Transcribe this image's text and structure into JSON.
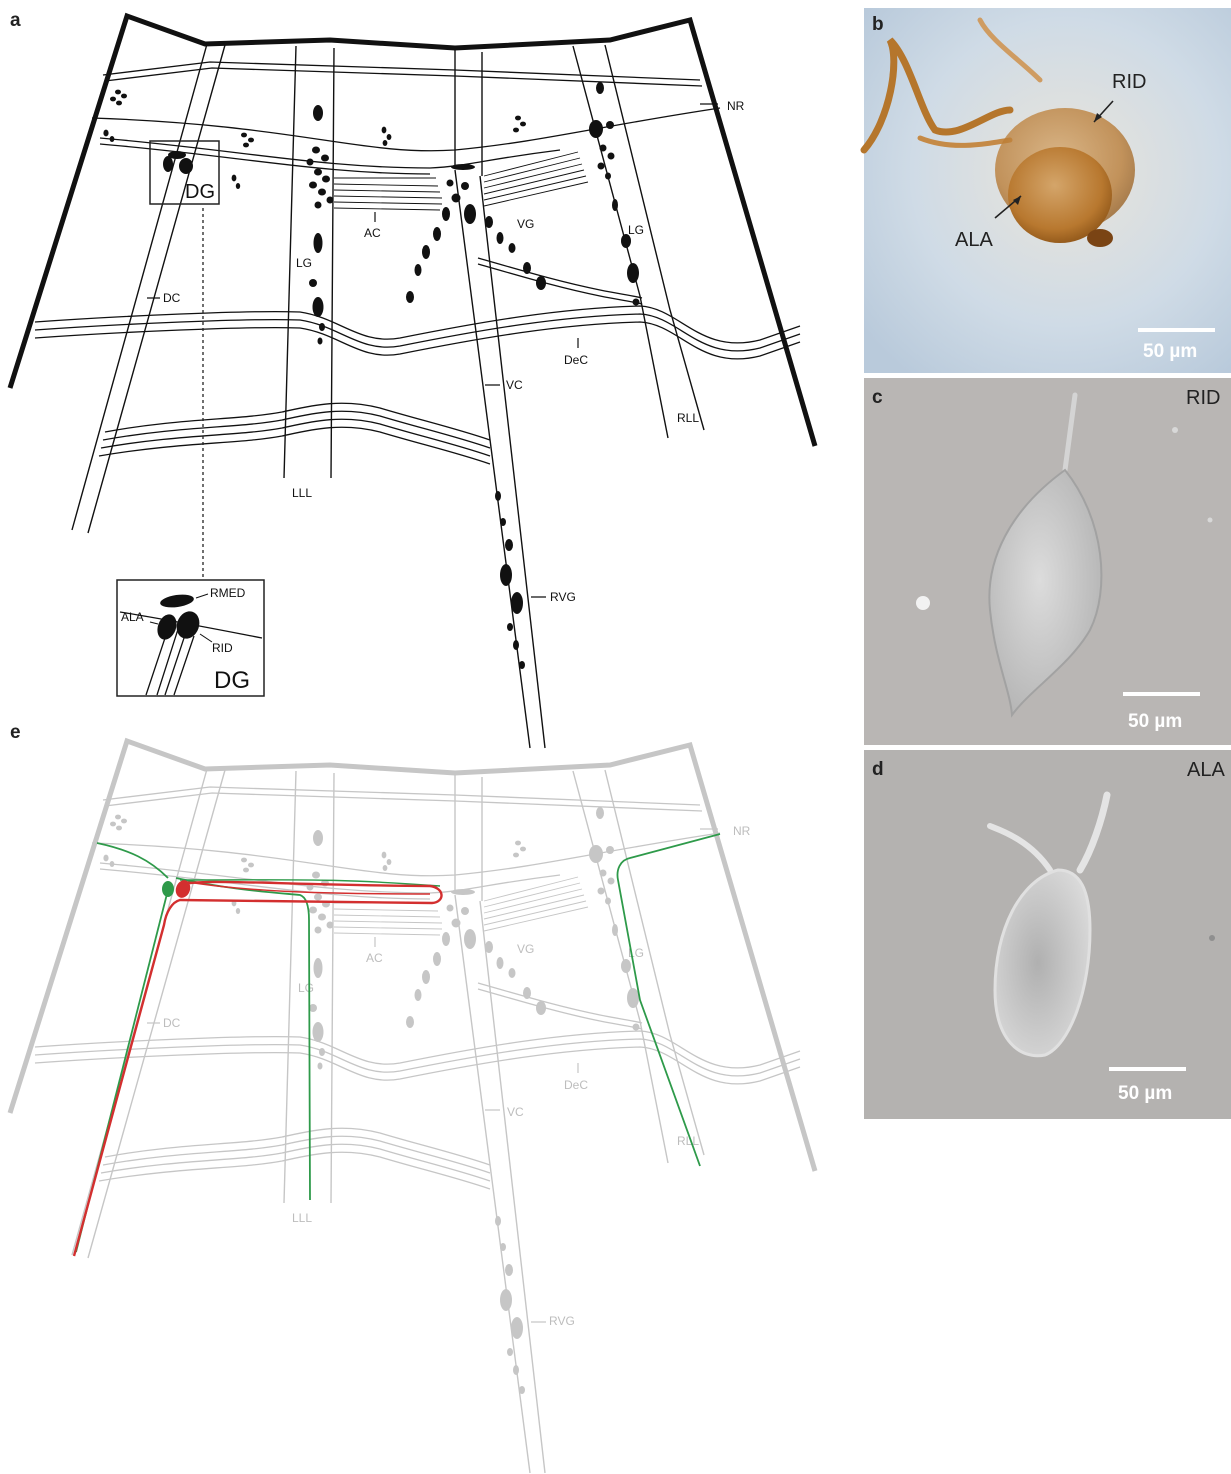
{
  "panels": {
    "a": "a",
    "b": "b",
    "c": "c",
    "d": "d",
    "e": "e"
  },
  "diagram_labels": {
    "NR": "NR",
    "DG": "DG",
    "AC": "AC",
    "VG": "VG",
    "LG_left": "LG",
    "LG_right": "LG",
    "DC": "DC",
    "DeC": "DeC",
    "VC": "VC",
    "RLL": "RLL",
    "LLL": "LLL",
    "RVG": "RVG"
  },
  "inset": {
    "RMED": "RMED",
    "ALA": "ALA",
    "RID": "RID",
    "DG": "DG"
  },
  "photos": {
    "b": {
      "arrow_rid": "RID",
      "arrow_ala": "ALA",
      "scale_bar": "50 µm"
    },
    "c": {
      "label": "RID",
      "scale_bar": "50 µm"
    },
    "d": {
      "label": "ALA",
      "scale_bar": "50 µm"
    }
  },
  "colors": {
    "ink": "#111111",
    "ghost": "#c6c6c6",
    "rid_neuron": "#d32f2f",
    "ala_neuron": "#2e9a4a"
  }
}
